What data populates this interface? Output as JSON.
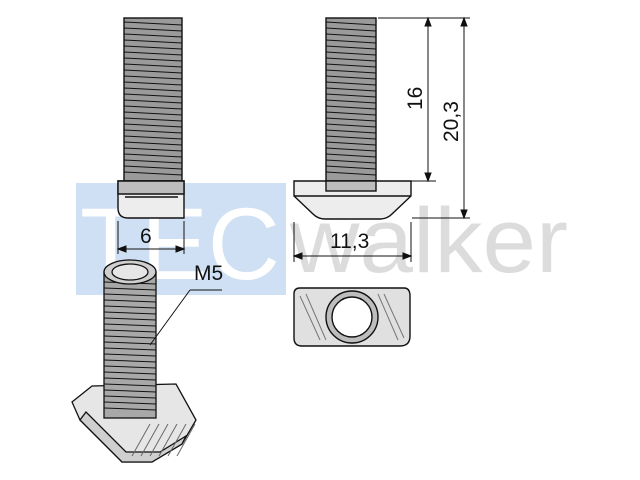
{
  "watermark": {
    "brand_prefix": "TEC",
    "brand_suffix": "walker",
    "prefix_bg": "#cfe0f4",
    "prefix_text": "#ffffff",
    "suffix_text": "#dcdcdc"
  },
  "dimensions": {
    "shank_width": "6",
    "inner_height": "16",
    "total_height": "20,3",
    "head_width": "11,3",
    "thread": "M5"
  },
  "colors": {
    "line": "#111111",
    "thread_fill": "#bdbdbd",
    "metal_fill": "#e8e8e8"
  }
}
